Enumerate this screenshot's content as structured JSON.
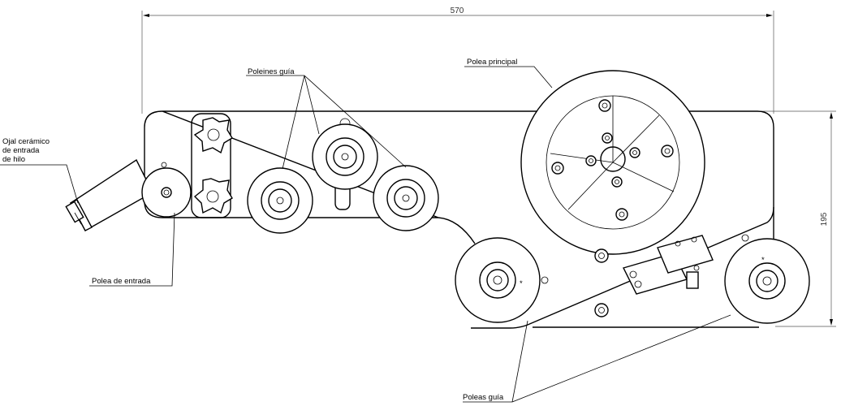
{
  "dimensions": {
    "width_label": "570",
    "height_label": "195"
  },
  "labels": {
    "ojal_line1": "Ojal cerámico",
    "ojal_line2": "de entrada",
    "ojal_line3": "de hilo",
    "polea_entrada": "Polea de entrada",
    "poleines_guia": "Poleines guía",
    "polea_principal": "Polea principal",
    "poleas_guia": "Poleas guía"
  },
  "markers": {
    "asterisk": "*"
  }
}
